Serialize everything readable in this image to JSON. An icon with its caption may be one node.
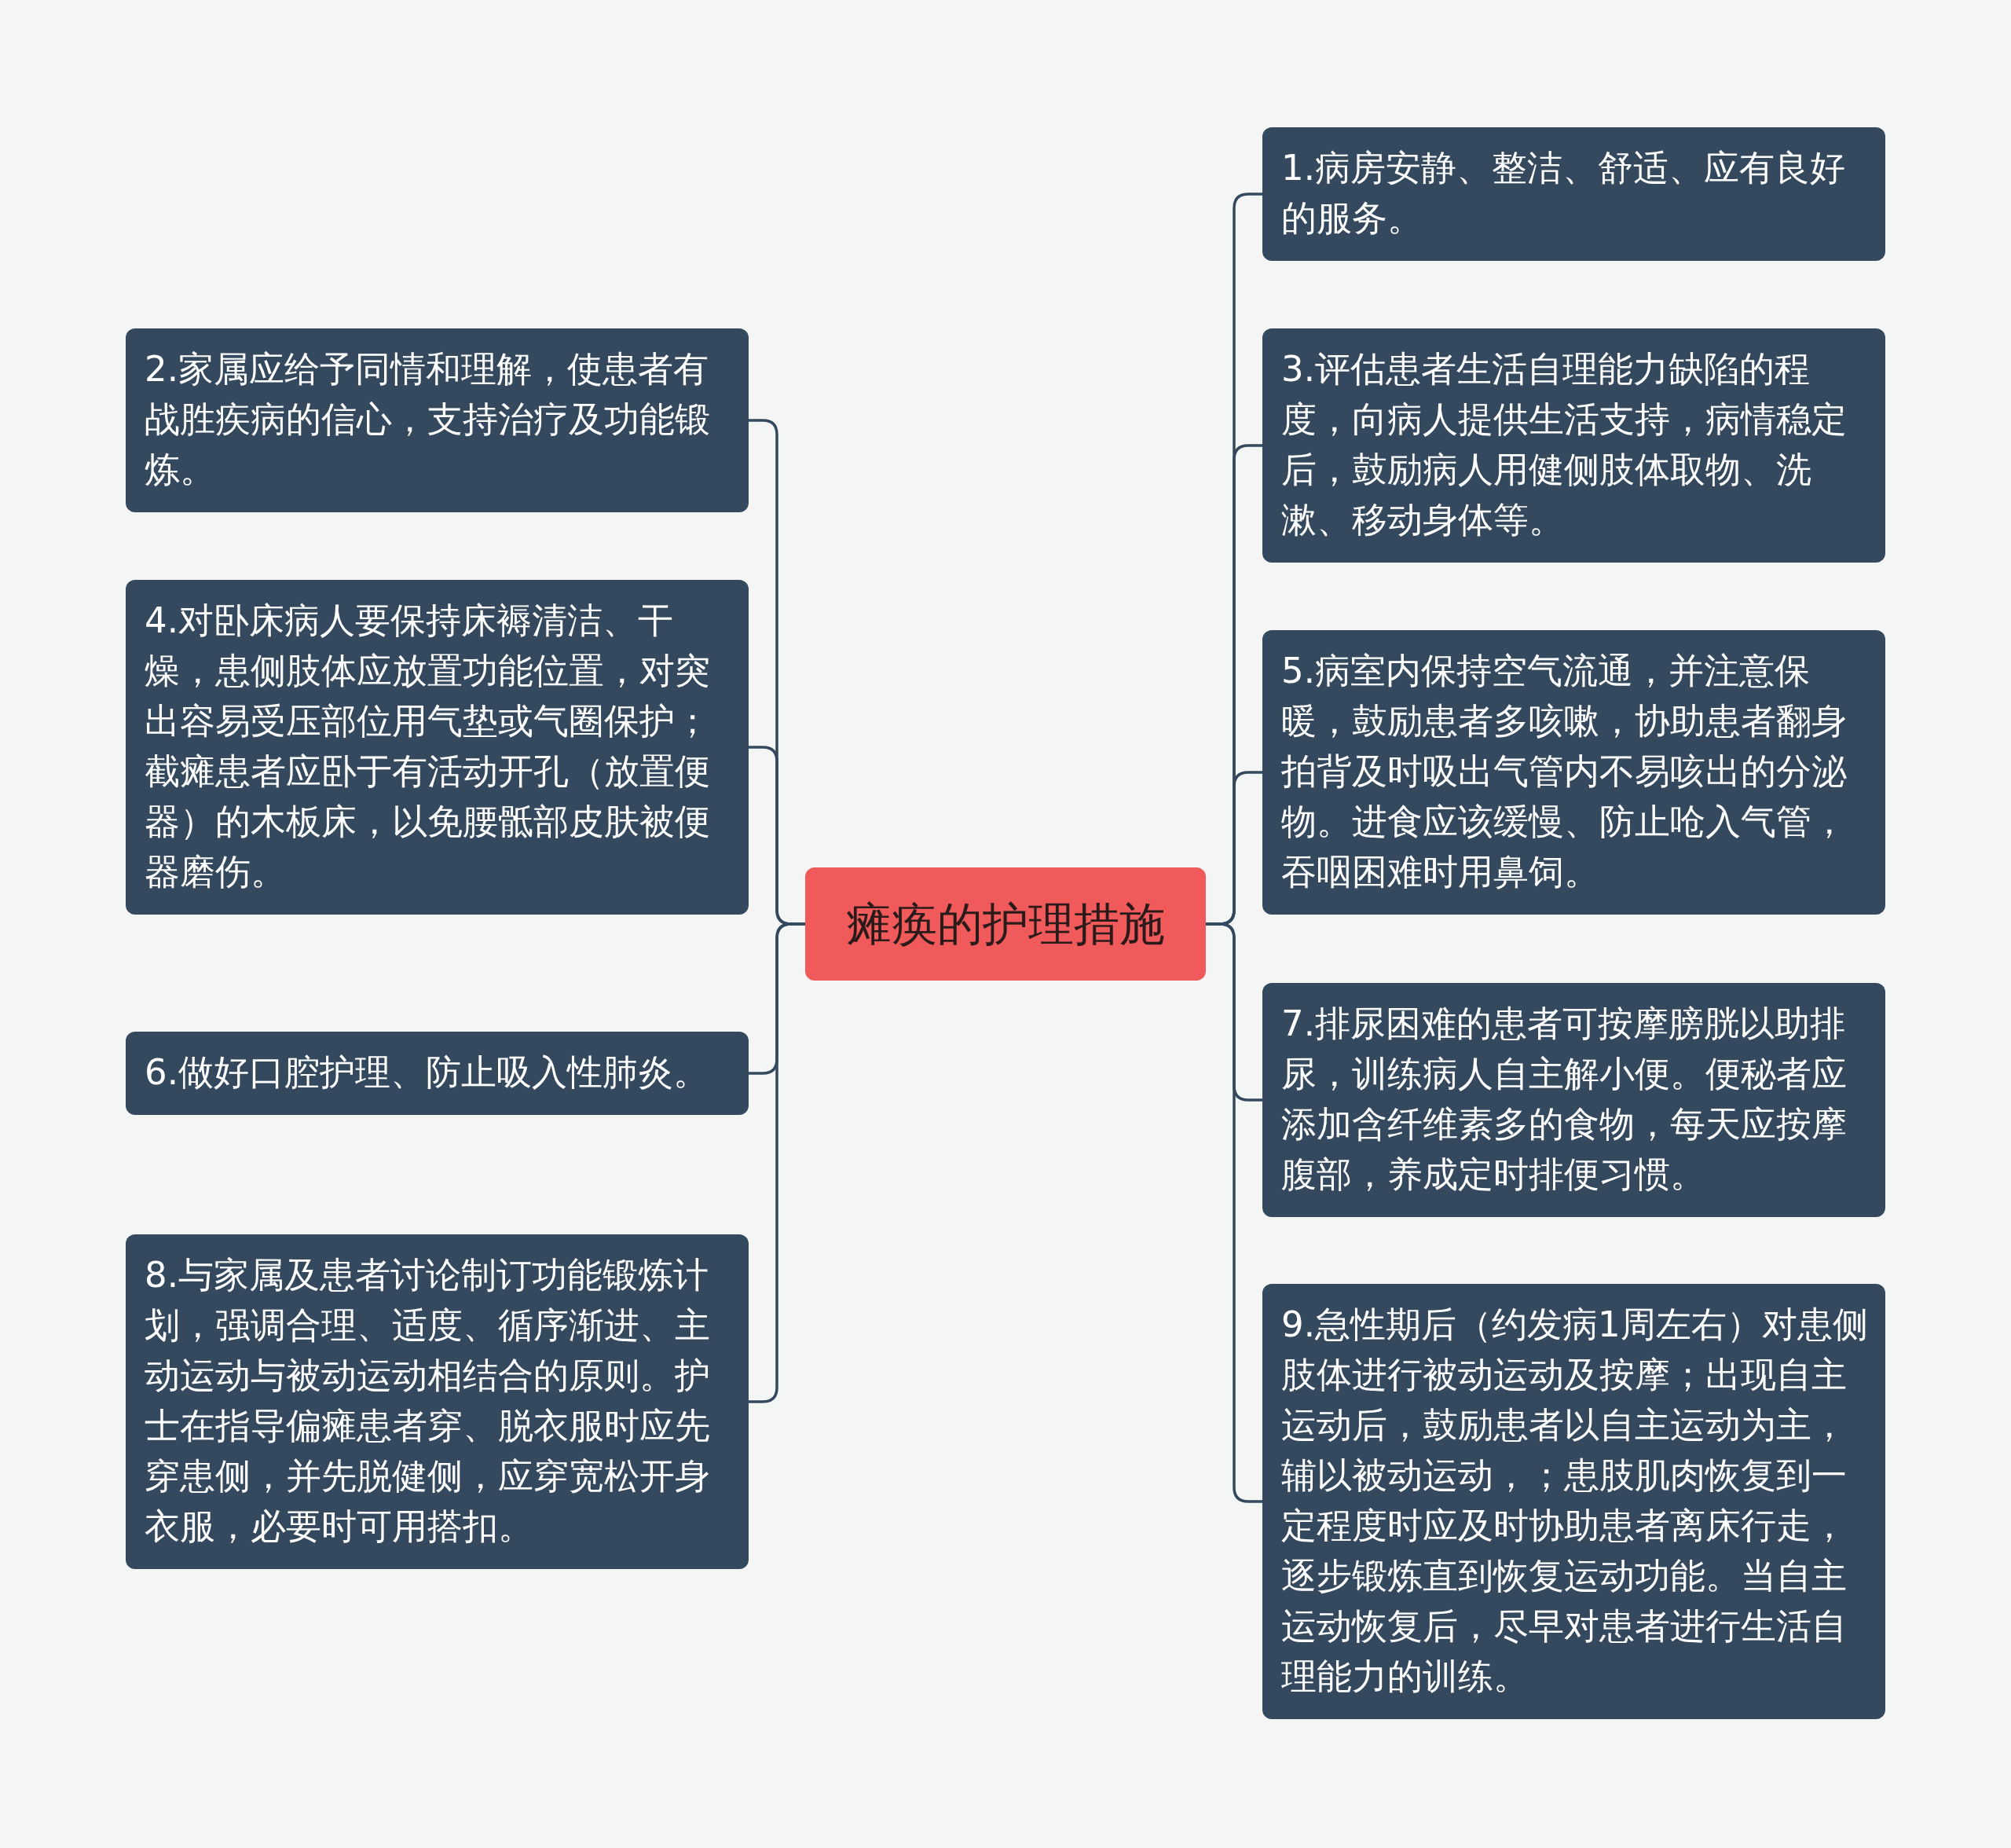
{
  "diagram": {
    "nodes": [
      {
        "text": [
          "瘫痪的护理措施"
        ]
      },
      {
        "text": [
          "1.病房安静、整洁、舒适、应有良好的服务。"
        ]
      },
      {
        "text": [
          "2.家属应给予同情和理解，使患者有战胜疾病的信心，支持治疗及功能锻炼。"
        ]
      },
      {
        "text": [
          "3.评估患者生活自理能力缺陷的程度，向病人提供生活支持，病情稳定后，鼓励病人用健侧肢体取物、洗漱、移动身体等。"
        ]
      },
      {
        "text": [
          "4.对卧床病人要保持床褥清洁、干燥，患侧肢体应放置功能位置，对突出容易受压部位用气垫或气圈保护；截瘫患者应卧于有活动开孔（放置便器）的木板床，以免腰骶部皮肤被便器磨伤。"
        ]
      },
      {
        "text": [
          "5.病室内保持空气流通，并注意保暖，鼓励患者多咳嗽，协助患者翻身拍背及时吸出气管内不易咳出的分泌物。进食应该缓慢、防止呛入气管，吞咽困难时用鼻饲。"
        ]
      },
      {
        "text": [
          "6.做好口腔护理、防止吸入性肺炎。"
        ]
      },
      {
        "text": [
          "7.排尿困难的患者可按摩膀胱以助排尿，训练病人自主解小便。便秘者应添加含纤维素多的食物，每天应按摩腹部，养成定时排便习惯。"
        ]
      },
      {
        "text": [
          "8.与家属及患者讨论制订功能锻炼计划，强调合理、适度、循序渐进、主动运动与被动运动相结合的原则。护士在指导偏瘫患者穿、脱衣服时应先穿患侧，并先脱健侧，应穿宽松开身衣服，必要时可用搭扣。"
        ]
      },
      {
        "text": [
          "9.急性期后（约发病1周左右）对患侧肢体进行被动运动及按摩；出现自主运动后，鼓励患者以自主运动为主，辅以被动运动，；患肢肌肉恢复到一定程度时应及时协助患者离床行走，逐步锻炼直到恢复运动功能。当自主运动恢复后，尽早对患者进行生活自理能力的训练。"
        ]
      }
    ],
    "edges": [
      {
        "from": 0,
        "to": 1,
        "arrow": "none"
      },
      {
        "from": 0,
        "to": 2,
        "arrow": "none"
      },
      {
        "from": 0,
        "to": 3,
        "arrow": "none"
      },
      {
        "from": 0,
        "to": 4,
        "arrow": "none"
      },
      {
        "from": 0,
        "to": 5,
        "arrow": "none"
      },
      {
        "from": 0,
        "to": 6,
        "arrow": "none"
      },
      {
        "from": 0,
        "to": 7,
        "arrow": "none"
      },
      {
        "from": 0,
        "to": 8,
        "arrow": "none"
      },
      {
        "from": 0,
        "to": 9,
        "arrow": "none"
      }
    ]
  }
}
